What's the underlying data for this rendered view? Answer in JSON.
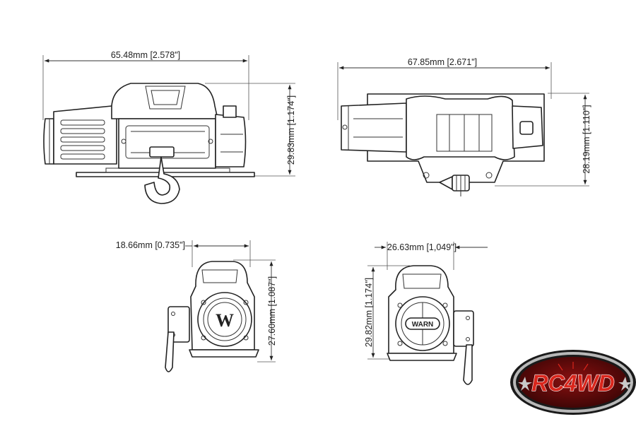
{
  "views": {
    "side": {
      "width_label": "65.48mm [2.578\"]",
      "height_label": "29.83mm [1.174\"]"
    },
    "top": {
      "width_label": "67.85mm [2.671\"]",
      "height_label": "28.19mm [1.110\"]"
    },
    "front": {
      "width_label": "18.66mm [0.735\"]",
      "height_label": "27.60mm [1.087\"]",
      "logo_text": "W"
    },
    "rear": {
      "width_label": "26.63mm [1,049\"]",
      "height_label": "29.82mm [1.174\"]",
      "badge_text": "WARN"
    }
  },
  "brand": {
    "logo_text": "RC4WD",
    "colors": {
      "outer": "#1a1a1a",
      "ring": "#b8b8b8",
      "inner": "#5a0a0a",
      "text": "#d9261c",
      "star": "#c9c9c9"
    }
  }
}
